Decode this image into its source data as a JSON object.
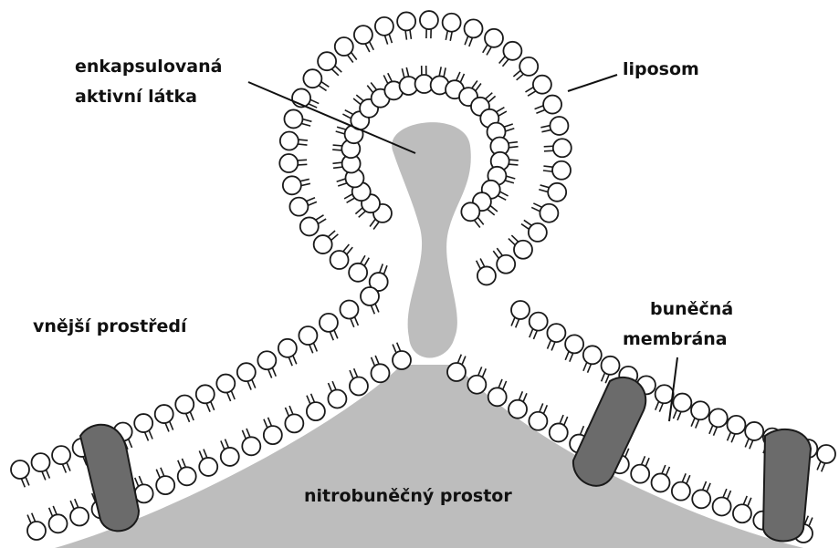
{
  "labels": {
    "encapsulated_line1": "enkapsulovaná",
    "encapsulated_line2": "aktivní látka",
    "liposome": "liposom",
    "outer_environment": "vnější prostředí",
    "cell_membrane_line1": "buněčná",
    "cell_membrane_line2": "membrána",
    "intracellular_space": "nitrobuněčný prostor"
  },
  "colors": {
    "interior_fill": "#bdbdbd",
    "protein_fill": "#6b6b6b",
    "outline": "#1a1a1a",
    "head_fill": "#ffffff"
  }
}
